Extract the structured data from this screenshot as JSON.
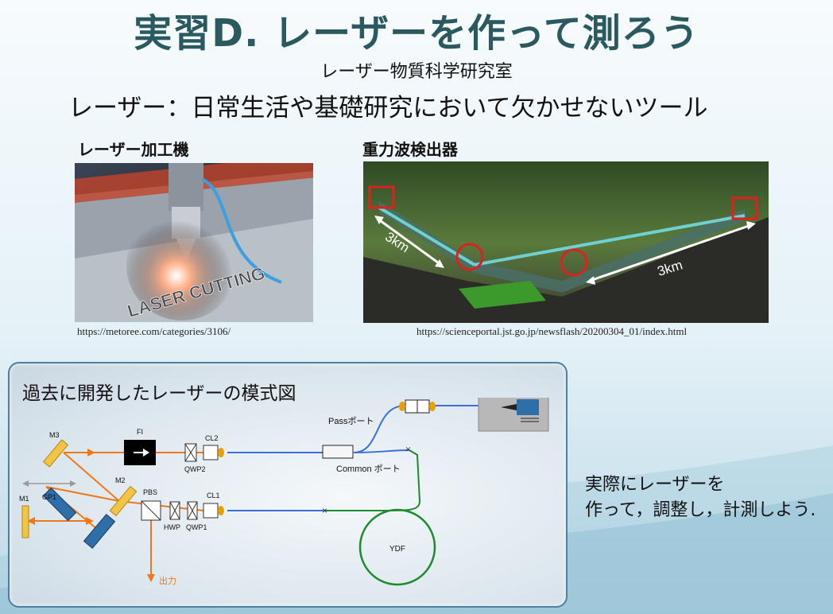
{
  "slide": {
    "title": "実習D. レーザーを作って測ろう",
    "subtitle": "レーザー物質科学研究室",
    "tagline": "レーザー：日常生活や基礎研究において欠かせないツール"
  },
  "left_figure": {
    "caption": "レーザー加工機",
    "image_text": "LASER CUTTING",
    "url": "https://metoree.com/categories/3106/"
  },
  "right_figure": {
    "caption": "重力波検出器",
    "arm_left": "3km",
    "arm_right": "3km",
    "url": "https://scienceportal.jst.go.jp/newsflash/20200304_01/index.html"
  },
  "panel": {
    "title": "過去に開発したレーザーの模式図",
    "labels": {
      "fi": "FI",
      "m3": "M3",
      "m2": "M2",
      "m1": "M1",
      "gp1": "GP1",
      "qwp2": "QWP2",
      "cl2": "CL2",
      "pbs": "PBS",
      "cl1": "CL1",
      "hwp": "HWP",
      "qwp1": "QWP1",
      "output": "出力",
      "pass_port": "Passポート",
      "common_port": "Common ポート",
      "ydf": "YDF"
    },
    "colors": {
      "beam": "#f07818",
      "fiber_blue": "#3b6fd8",
      "fiber_green": "#1e8a2e"
    }
  },
  "note": {
    "line1": "実際にレーザーを",
    "line2": "作って，調整し，計測しよう."
  }
}
